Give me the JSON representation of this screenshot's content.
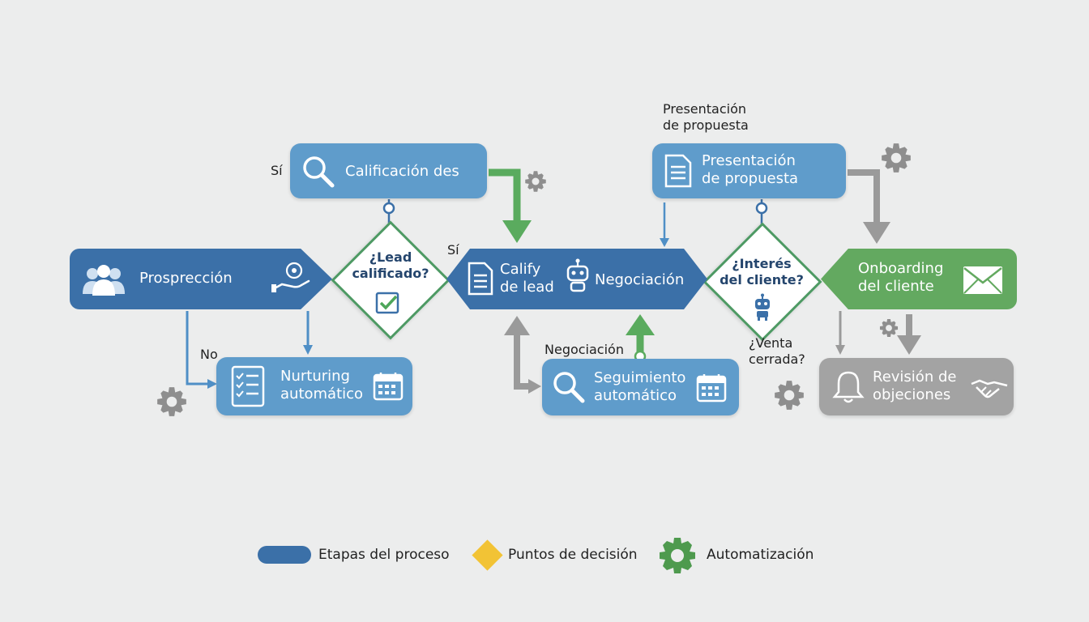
{
  "nodes": {
    "prospeccion": "Prosprección",
    "calificacion": "Calificación des",
    "calify": "Calify\nde lead",
    "negociacion": "Negociación",
    "presentacion": "Presentación\nde propuesta",
    "onboarding": "Onboarding\ndel cliente",
    "nurturing": "Nurturing\nautomático",
    "seguimiento": "Seguimiento\nautomático",
    "revision": "Revisión de\nobjeciones"
  },
  "decisions": {
    "lead": "¿Lead\ncalificado?",
    "interes": "¿Interés\ndel cliente?"
  },
  "labels": {
    "si_top": "Sí",
    "si_mid": "Sí",
    "no": "No",
    "negociacion_label": "Negociación",
    "presentacion_label": "Presentación\nde propuesta",
    "venta_cerrada": "¿Venta\ncerrada?"
  },
  "legend": {
    "stages": "Etapas del proceso",
    "decisions": "Puntos de decisión",
    "automation": "Automatización"
  },
  "colors": {
    "stage_light": "#5f9ccb",
    "stage_dark": "#3b70a8",
    "onboarding": "#63a960",
    "revision": "#a3a3a3",
    "decision_border": "#4e9a64",
    "legend_decision": "#f2c335",
    "legend_gear": "#4e9a4e"
  }
}
